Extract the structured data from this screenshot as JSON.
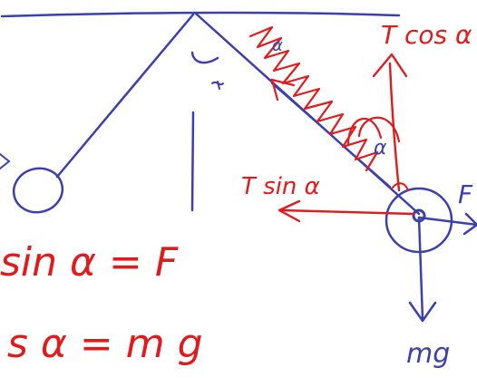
{
  "colors": {
    "background": "#ffffff",
    "blue_ink": "#3b3fb0",
    "red_ink": "#e11b1b"
  },
  "labels": {
    "tension_vertical": "T cos α",
    "tension_horizontal": "T sin α",
    "angle_alpha_top": "α",
    "angle_alpha_mid": "α",
    "force_right": "F",
    "weight": "mg",
    "equation_1": "sin α = F",
    "equation_2": "s α = m g"
  }
}
